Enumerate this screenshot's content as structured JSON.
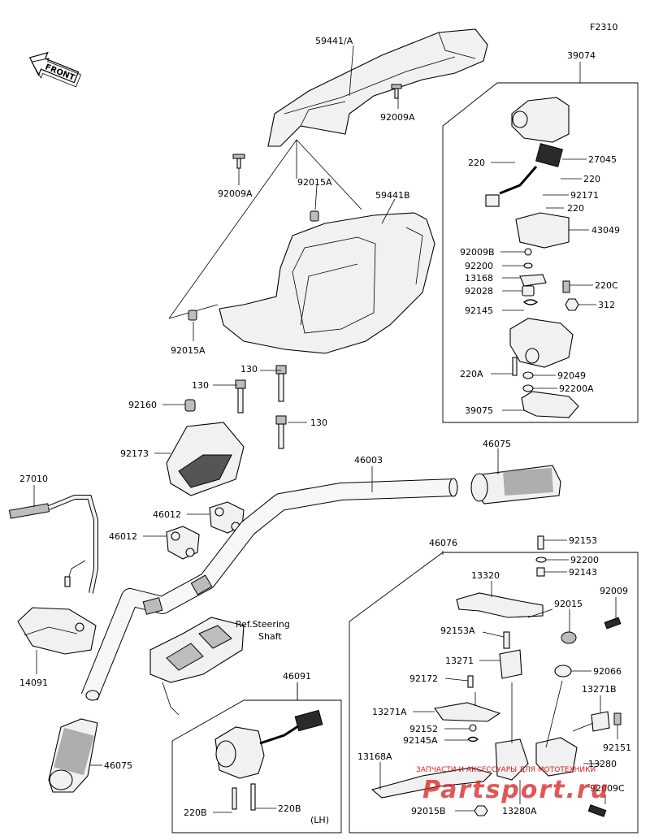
{
  "figure_code": "F2310",
  "front_label": "FRONT",
  "ref_note": [
    "Ref.Steering",
    "Shaft"
  ],
  "lh_note": "(LH)",
  "watermark": {
    "caption": "ЗАПЧАСТИ И АКСЕССУАРЫ ДЛЯ МОТОТЕХНИКИ",
    "brand": "Partsport.ru"
  },
  "colors": {
    "line": "#000000",
    "watermark": "#d81e1e"
  },
  "labels": {
    "59441A": "59441/A",
    "92009A_r": "92009A",
    "92009A_l": "92009A",
    "92015A_t": "92015A",
    "59441B": "59441B",
    "92015A_b": "92015A",
    "130_a": "130",
    "130_b": "130",
    "130_c": "130",
    "92160": "92160",
    "92173": "92173",
    "46012_a": "46012",
    "46012_b": "46012",
    "27010": "27010",
    "14091": "14091",
    "46075_l": "46075",
    "46003": "46003",
    "46075_r": "46075",
    "46091": "46091",
    "220B_a": "220B",
    "220B_b": "220B",
    "39074": "39074",
    "220_a": "220",
    "27045": "27045",
    "220_b": "220",
    "92171": "92171",
    "220_c": "220",
    "43049": "43049",
    "92009B": "92009B",
    "92200": "92200",
    "13168": "13168",
    "92028": "92028",
    "220C": "220C",
    "92145": "92145",
    "312": "312",
    "220A": "220A",
    "92049": "92049",
    "92200A": "92200A",
    "39075": "39075",
    "46076": "46076",
    "92153": "92153",
    "92200_r": "92200",
    "92143": "92143",
    "13320": "13320",
    "92015": "92015",
    "92009": "92009",
    "92153A": "92153A",
    "13271": "13271",
    "92066": "92066",
    "92172": "92172",
    "13271B": "13271B",
    "13271A": "13271A",
    "92152": "92152",
    "92145A": "92145A",
    "92151": "92151",
    "13168A": "13168A",
    "13280": "13280",
    "92009C": "92009C",
    "92015B": "92015B",
    "13280A": "13280A"
  }
}
